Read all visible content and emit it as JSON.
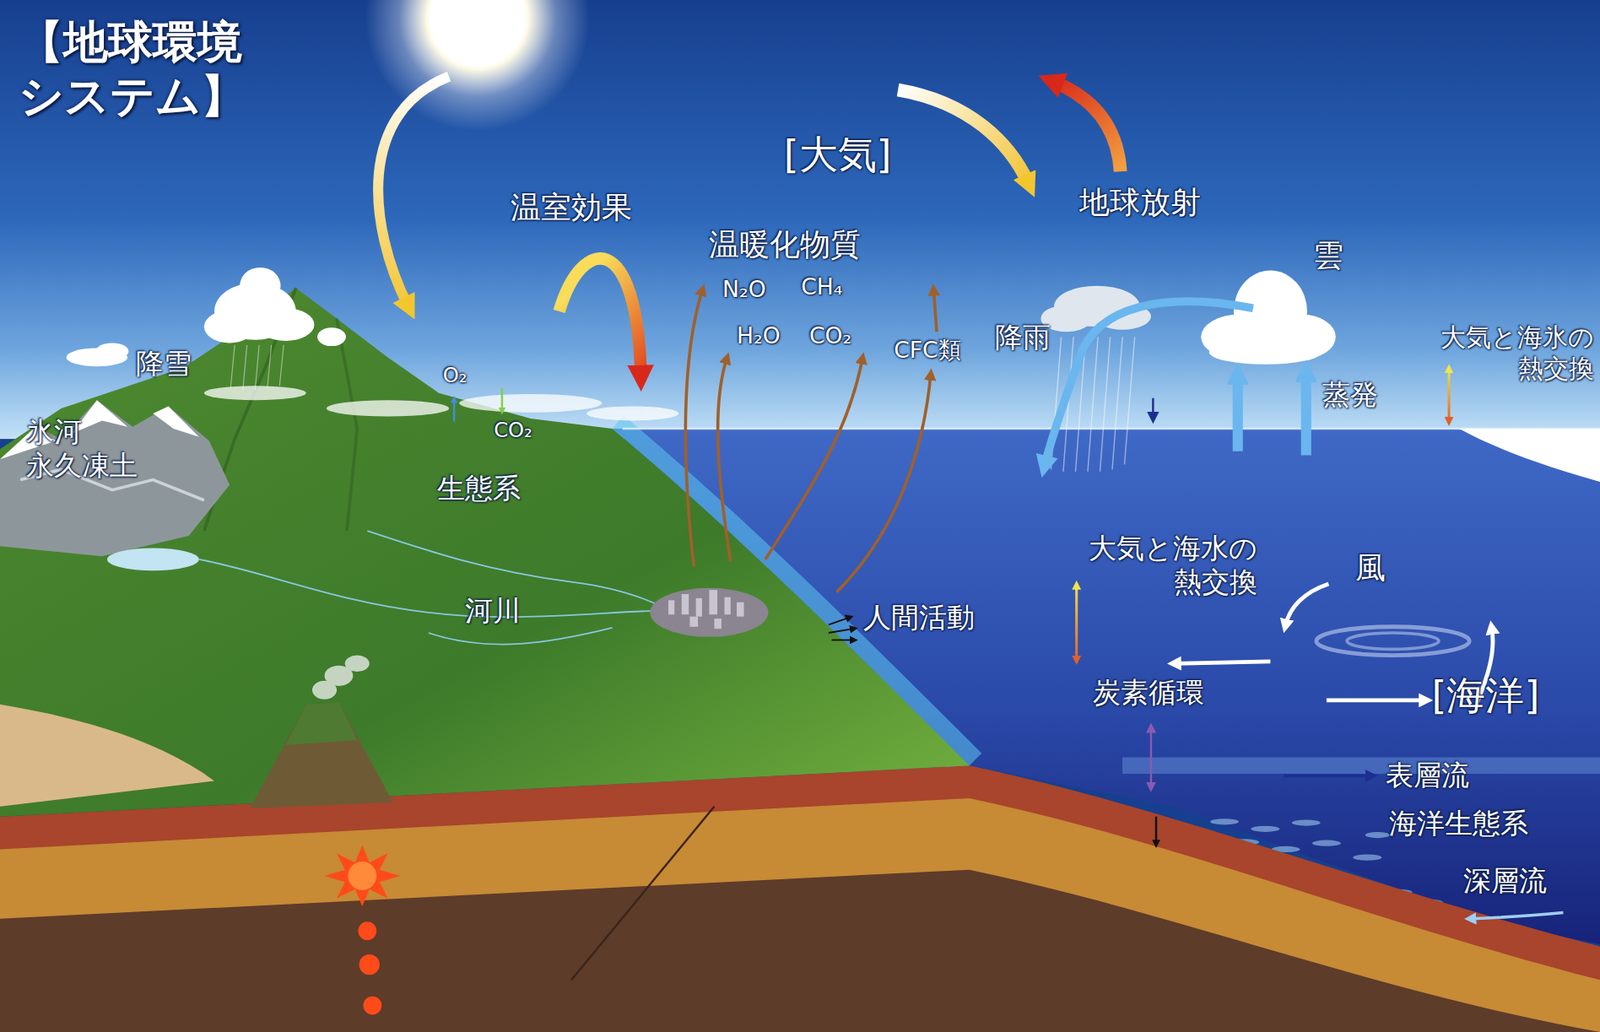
{
  "diagram": {
    "title": "【地球環境 システム】",
    "labels": [
      "[大気]",
      "温室効果",
      "温暖化物質",
      "地球放射",
      "雲",
      "N₂O",
      "CH₄",
      "H₂O",
      "CO₂",
      "CFC類",
      "降雨",
      "大気と海氷の 熱交換",
      "蒸発",
      "降雪",
      "O₂",
      "CO₂",
      "氷河 永久凍土",
      "生態系",
      "河川",
      "人間活動",
      "大気と海水の 熱交換",
      "風",
      "炭素循環",
      "[海洋]",
      "表層流",
      "海洋生態系",
      "深層流"
    ]
  }
}
